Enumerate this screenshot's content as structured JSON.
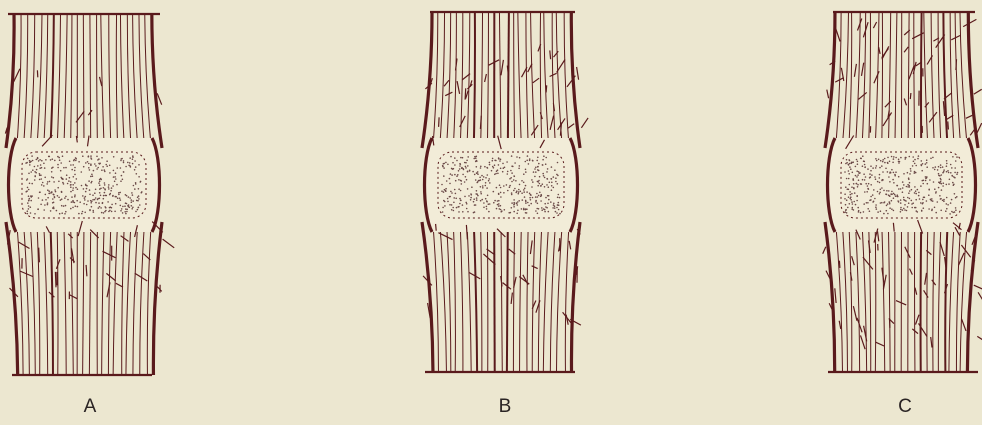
{
  "figure": {
    "panels": [
      {
        "id": "A",
        "label": "A"
      },
      {
        "id": "B",
        "label": "B"
      },
      {
        "id": "C",
        "label": "C"
      }
    ],
    "colors": {
      "background": "#ece7d0",
      "fiber": "#5a1a1c",
      "node_fill": "#f2ecd8",
      "stipple": "#6b4a48",
      "label": "#2a2424"
    }
  }
}
